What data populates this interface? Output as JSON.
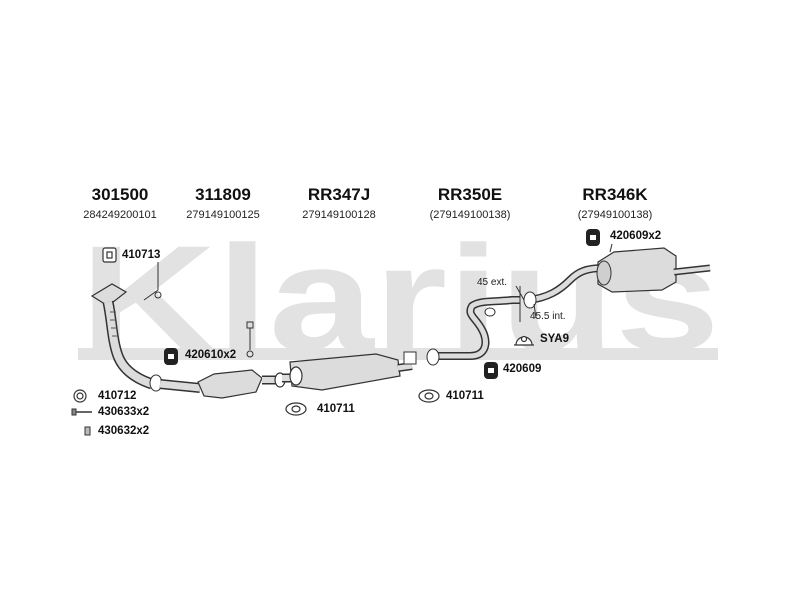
{
  "watermark": "Klarius",
  "headers": [
    {
      "code": "301500",
      "ref": "284249200101"
    },
    {
      "code": "311809",
      "ref": "279149100125"
    },
    {
      "code": "RR347J",
      "ref": "279149100128"
    },
    {
      "code": "RR350E",
      "ref": "(279149100138)"
    },
    {
      "code": "RR346K",
      "ref": "(27949100138)"
    }
  ],
  "labels": {
    "gasket_410713": "410713",
    "gasket_410712": "410712",
    "bolt_430633": "430633x2",
    "nut_430632": "430632x2",
    "rubber_420610": "420610x2",
    "gasket_410711_a": "410711",
    "gasket_410711_b": "410711",
    "rubber_420609x2": "420609x2",
    "rubber_420609": "420609",
    "clamp_sya9": "SYA9"
  },
  "notes": {
    "ext": "45 ext.",
    "int": "45.5 int."
  },
  "colors": {
    "watermark": "#e2e2e2",
    "line": "#333333",
    "part_fill": "#dcdcdc",
    "rubber": "#222222"
  }
}
